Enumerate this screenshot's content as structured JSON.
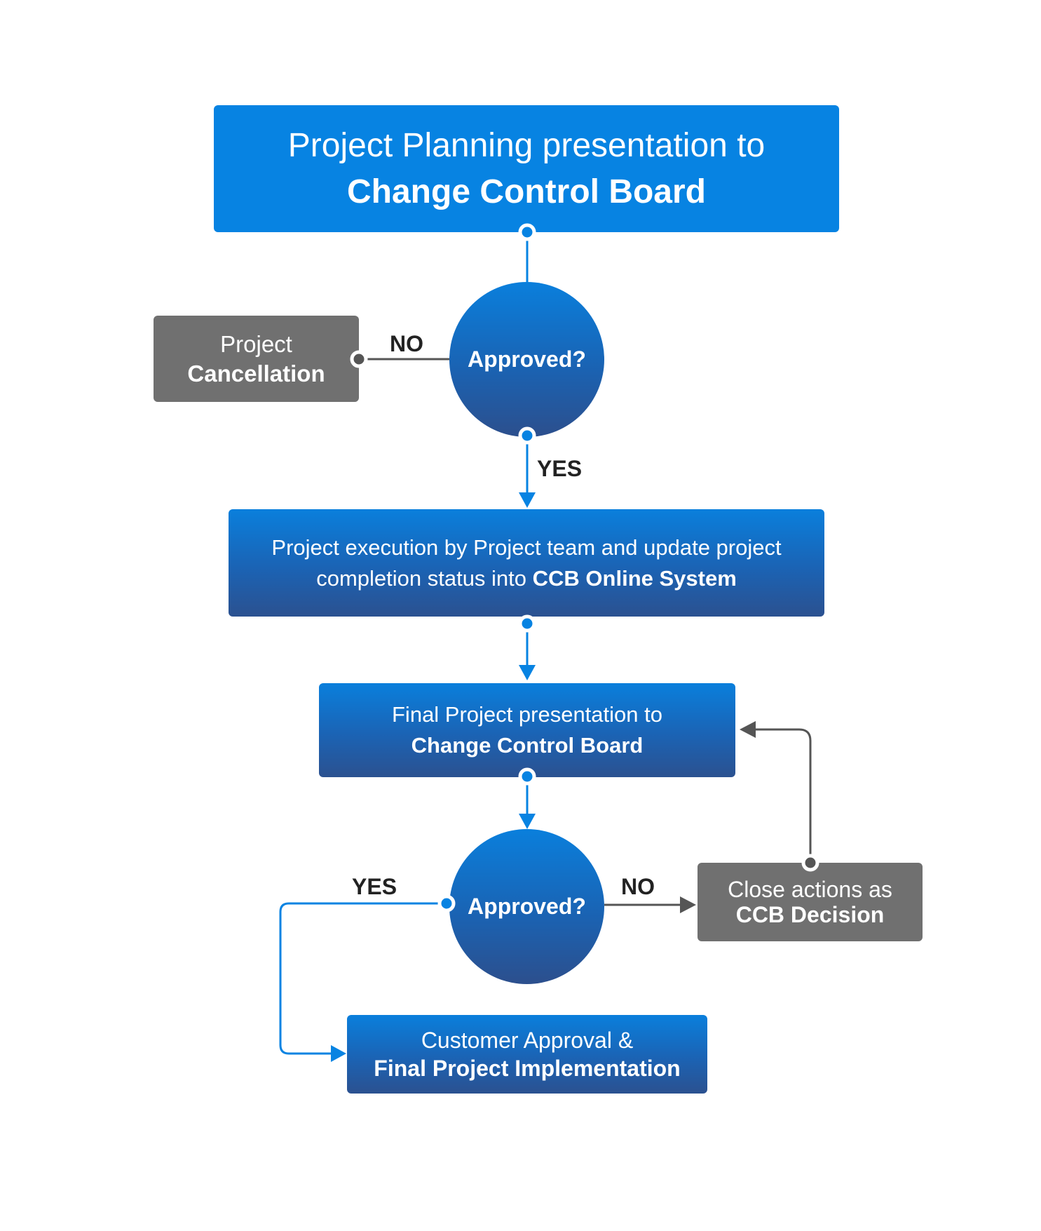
{
  "colors": {
    "primary_blue": "#0783e2",
    "gradient_top": "#0a7fdc",
    "gradient_bottom": "#2b5190",
    "gray_box": "#707070",
    "gray_connector": "#555555",
    "label_text": "#222222"
  },
  "nodes": {
    "planning": {
      "line1": "Project Planning presentation to",
      "line2": "Change Control Board"
    },
    "decision1": {
      "label": "Approved?"
    },
    "cancellation": {
      "line1": "Project",
      "line2": "Cancellation"
    },
    "execution": {
      "line1": "Project execution by Project team and update project",
      "line2_prefix": "completion status into ",
      "line2_bold": "CCB Online System"
    },
    "final_presentation": {
      "line1": "Final Project presentation to",
      "line2": "Change Control Board"
    },
    "decision2": {
      "label": "Approved?"
    },
    "close_actions": {
      "line1": "Close actions as",
      "line2": "CCB Decision"
    },
    "implementation": {
      "line1": "Customer Approval &",
      "line2": "Final Project Implementation"
    }
  },
  "edges": {
    "d1_no": "NO",
    "d1_yes": "YES",
    "d2_yes": "YES",
    "d2_no": "NO"
  }
}
